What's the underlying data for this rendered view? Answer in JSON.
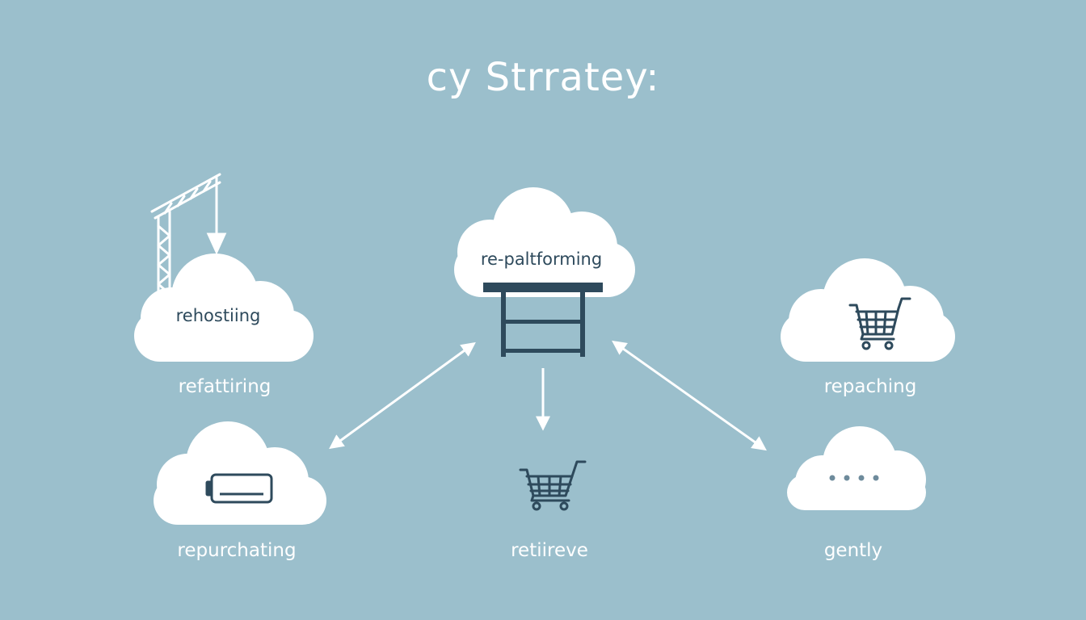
{
  "title": "cy Strratey:",
  "colors": {
    "background": "#9bbfcc",
    "cloud": "#ffffff",
    "ink": "#2e4a5c",
    "label": "#ffffff",
    "arrow": "#ffffff"
  },
  "nodes": [
    {
      "id": "rehosting",
      "cloud_label": "rehostiing",
      "under_label": "refattiring",
      "icon": "crane-icon"
    },
    {
      "id": "replatforming",
      "cloud_label": "re-paltforming",
      "icon": "table-icon"
    },
    {
      "id": "repaching",
      "under_label": "repaching",
      "icon": "shopping-cart-icon"
    },
    {
      "id": "repurchasing",
      "under_label": "repurchating",
      "icon": "battery-icon"
    },
    {
      "id": "retire",
      "under_label": "retiireve",
      "icon": "shopping-cart-icon"
    },
    {
      "id": "gently",
      "under_label": "gently",
      "icon": "ellipsis-icon"
    }
  ]
}
